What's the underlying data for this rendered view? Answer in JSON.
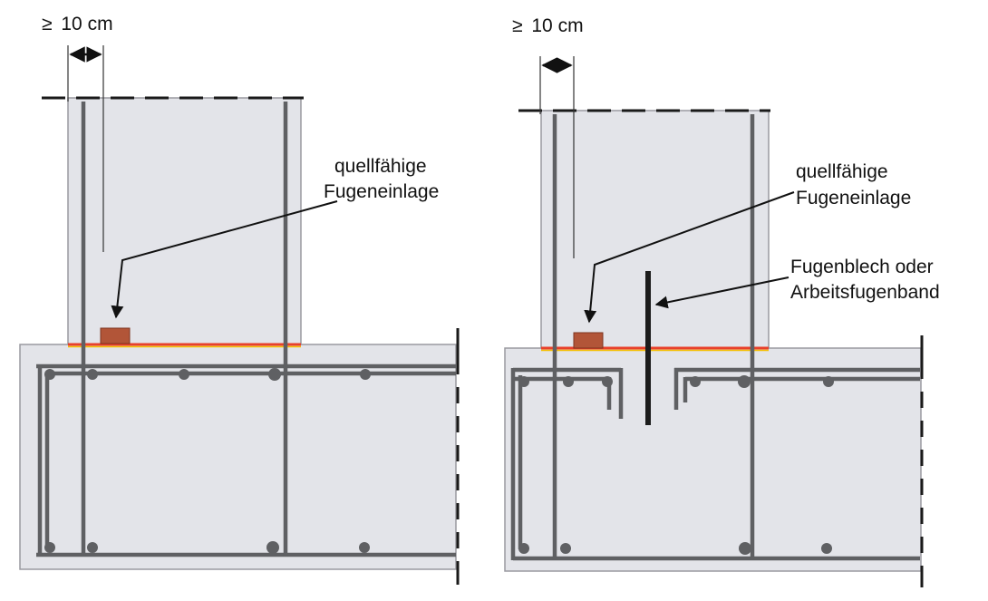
{
  "colors": {
    "background": "#ffffff",
    "concrete": "#e3e4e9",
    "concrete_edge": "#9a9aa0",
    "rebar": "#5f6063",
    "joint_line": "#e8402a",
    "joint_line_highlight": "#f5c000",
    "swelling_strip": "#b25538",
    "joint_sheet": "#1c1c1c",
    "ink": "#111111"
  },
  "left_detail": {
    "dimension_prefix": "≥",
    "dimension_value": "10 cm",
    "label_line1": "quellfähige",
    "label_line2": "Fugeneinlage"
  },
  "right_detail": {
    "dimension_prefix": "≥",
    "dimension_value": "10 cm",
    "label_line1": "quellfähige",
    "label_line2": "Fugeneinlage",
    "sheet_label_line1": "Fugenblech oder",
    "sheet_label_line2": "Arbeitsfugenband"
  }
}
